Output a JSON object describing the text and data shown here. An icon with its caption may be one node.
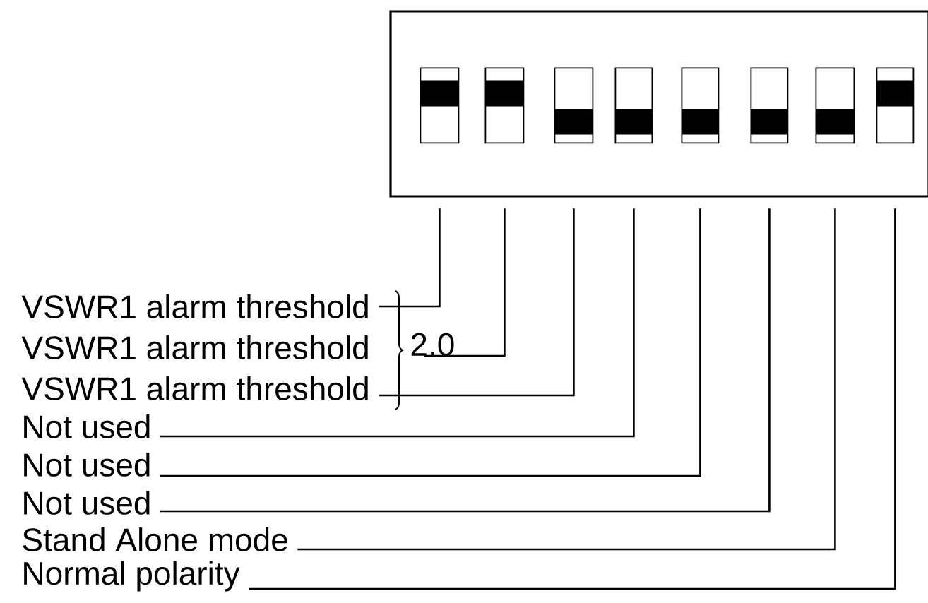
{
  "diagram": {
    "nodes": [
      {
        "text": [],
        "shape": "box"
      },
      {
        "text": [],
        "shape": "box",
        "in": 0
      },
      {
        "text": [],
        "shape": "box",
        "in": 0
      },
      {
        "text": [],
        "shape": "box",
        "in": 0
      },
      {
        "text": [],
        "shape": "box",
        "in": 0
      },
      {
        "text": [],
        "shape": "box",
        "in": 0
      },
      {
        "text": [],
        "shape": "box",
        "in": 0
      },
      {
        "text": [],
        "shape": "box",
        "in": 0
      },
      {
        "text": [],
        "shape": "box",
        "in": 0
      },
      {
        "text": [
          "VSWR1 alarm threshold"
        ]
      },
      {
        "text": [
          "VSWR1 alarm threshold"
        ]
      },
      {
        "text": [
          "VSWR1 alarm threshold"
        ]
      },
      {
        "text": [
          "Not used"
        ]
      },
      {
        "text": [
          "Not used"
        ]
      },
      {
        "text": [
          "Not used"
        ]
      },
      {
        "text": [
          "Stand Alone mode"
        ]
      },
      {
        "text": [
          "Normal polarity"
        ]
      }
    ],
    "edges": [
      {
        "from": 9,
        "to": 1,
        "arrow": "none"
      },
      {
        "from": 10,
        "to": 2,
        "arrow": "none"
      },
      {
        "from": 11,
        "to": 3,
        "arrow": "none"
      },
      {
        "from": 12,
        "to": 4,
        "arrow": "none"
      },
      {
        "from": 13,
        "to": 5,
        "arrow": "none"
      },
      {
        "from": 14,
        "to": 6,
        "arrow": "none"
      },
      {
        "from": 15,
        "to": 7,
        "arrow": "none"
      },
      {
        "from": 16,
        "to": 8,
        "arrow": "none"
      }
    ],
    "labels": [
      "2.0"
    ]
  }
}
